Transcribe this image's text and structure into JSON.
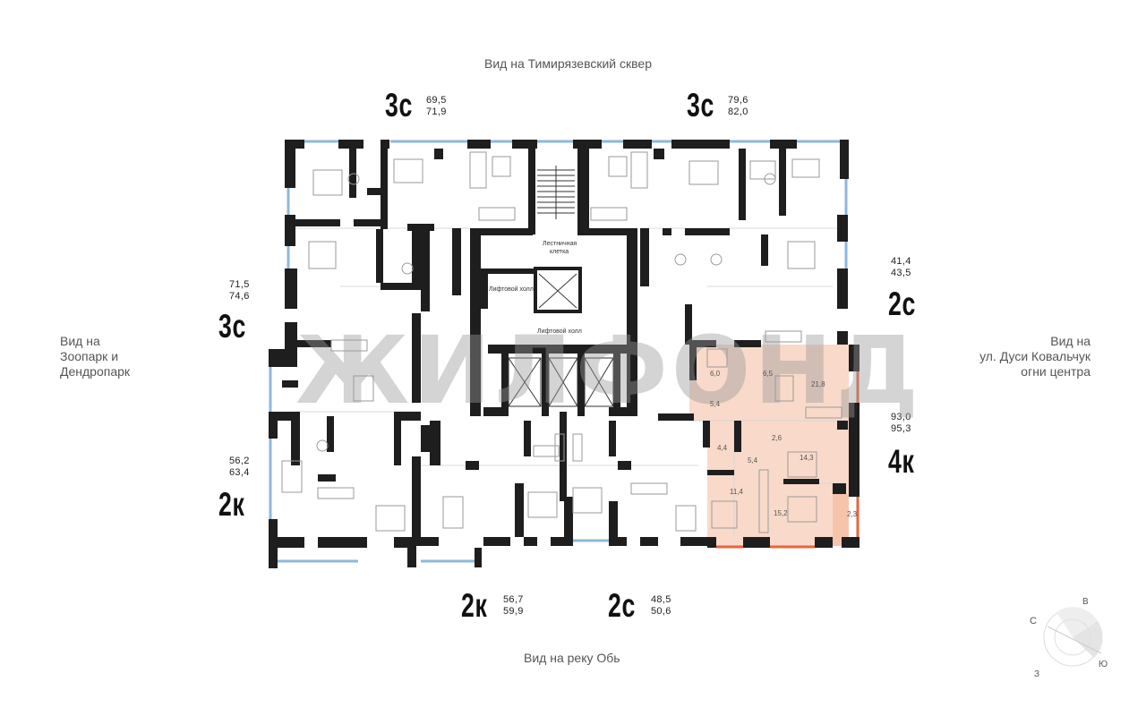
{
  "views": {
    "top": "Вид на Тимирязевский сквер",
    "left": [
      "Вид на",
      "Зоопарк и",
      "Дендропарк"
    ],
    "right": [
      "Вид на",
      "ул. Дуси Ковальчук",
      "огни центра"
    ],
    "bottom": "Вид на реку Обь"
  },
  "apartments": [
    {
      "id": "top-left",
      "type": "3с",
      "area_total": "69,5",
      "area_alt": "71,9"
    },
    {
      "id": "top-right",
      "type": "3с",
      "area_total": "79,6",
      "area_alt": "82,0"
    },
    {
      "id": "left-upper",
      "type": "3с",
      "area_total": "71,5",
      "area_alt": "74,6"
    },
    {
      "id": "right-upper",
      "type": "2с",
      "area_total": "41,4",
      "area_alt": "43,5"
    },
    {
      "id": "left-lower",
      "type": "2к",
      "area_total": "56,2",
      "area_alt": "63,4"
    },
    {
      "id": "right-lower",
      "type": "4к",
      "area_total": "93,0",
      "area_alt": "95,3"
    },
    {
      "id": "bottom-left",
      "type": "2к",
      "area_total": "56,7",
      "area_alt": "59,9"
    },
    {
      "id": "bottom-right",
      "type": "2с",
      "area_total": "48,5",
      "area_alt": "50,6"
    }
  ],
  "rooms": {
    "stairwell": [
      "Лестничная",
      "клетка"
    ],
    "elevator_hall_1": "Лифтовой холл",
    "elevator_hall_2": "Лифтовой холл"
  },
  "highlighted_room_areas": [
    "6,0",
    "6,5",
    "21,8",
    "5,4",
    "4,4",
    "2,6",
    "5,4",
    "14,3",
    "11,4",
    "15,2",
    "2,3"
  ],
  "watermark": "ЖИЛФОНД",
  "compass": {
    "n": "С",
    "e": "В",
    "s": "Ю",
    "w": "З"
  },
  "colors": {
    "highlight": "#f9d9c9",
    "wall": "#1e1e1e",
    "window": "#8fb8d8",
    "accent": "#e8643c"
  }
}
